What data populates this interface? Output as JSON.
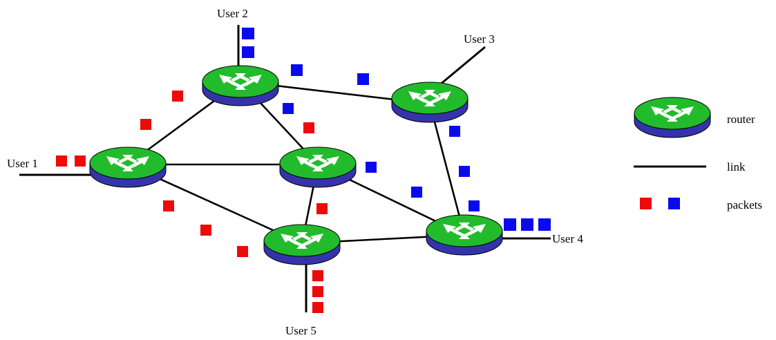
{
  "colors": {
    "router_top": "#22bb2c",
    "router_side": "#3434aa",
    "router_arrows": "#ffffff",
    "link": "#000000",
    "packet_red": "#ee0a0a",
    "packet_blue": "#0a0aee",
    "background": "#ffffff"
  },
  "users": {
    "user1": "User 1",
    "user2": "User 2",
    "user3": "User 3",
    "user4": "User 4",
    "user5": "User 5"
  },
  "legend": {
    "router": "router",
    "link": "link",
    "packets": "packets"
  },
  "routers": [
    "r-top",
    "r-right",
    "r-left",
    "r-center",
    "r-bottom",
    "r-bottom-right"
  ],
  "links": [
    [
      "r-top",
      "r-right"
    ],
    [
      "r-top",
      "r-left"
    ],
    [
      "r-top",
      "r-center"
    ],
    [
      "r-left",
      "r-center"
    ],
    [
      "r-left",
      "r-bottom"
    ],
    [
      "r-center",
      "r-bottom"
    ],
    [
      "r-center",
      "r-bottom-right"
    ],
    [
      "r-right",
      "r-bottom-right"
    ],
    [
      "r-bottom",
      "r-bottom-right"
    ]
  ],
  "access_links": [
    {
      "user": "user1",
      "router": "r-left"
    },
    {
      "user": "user2",
      "router": "r-top"
    },
    {
      "user": "user3",
      "router": "r-right"
    },
    {
      "user": "user4",
      "router": "r-bottom-right"
    },
    {
      "user": "user5",
      "router": "r-bottom"
    }
  ],
  "packet_flows": [
    {
      "color": "red",
      "path": [
        "user1",
        "r-left",
        "r-top",
        "r-center",
        "r-bottom",
        "user5"
      ]
    },
    {
      "color": "red",
      "path": [
        "user1",
        "r-left",
        "r-bottom",
        "user5"
      ]
    },
    {
      "color": "blue",
      "path": [
        "user2",
        "r-top",
        "r-right",
        "r-bottom-right",
        "user4"
      ]
    },
    {
      "color": "blue",
      "path": [
        "user2",
        "r-top",
        "r-center",
        "r-bottom-right",
        "user4"
      ]
    }
  ]
}
